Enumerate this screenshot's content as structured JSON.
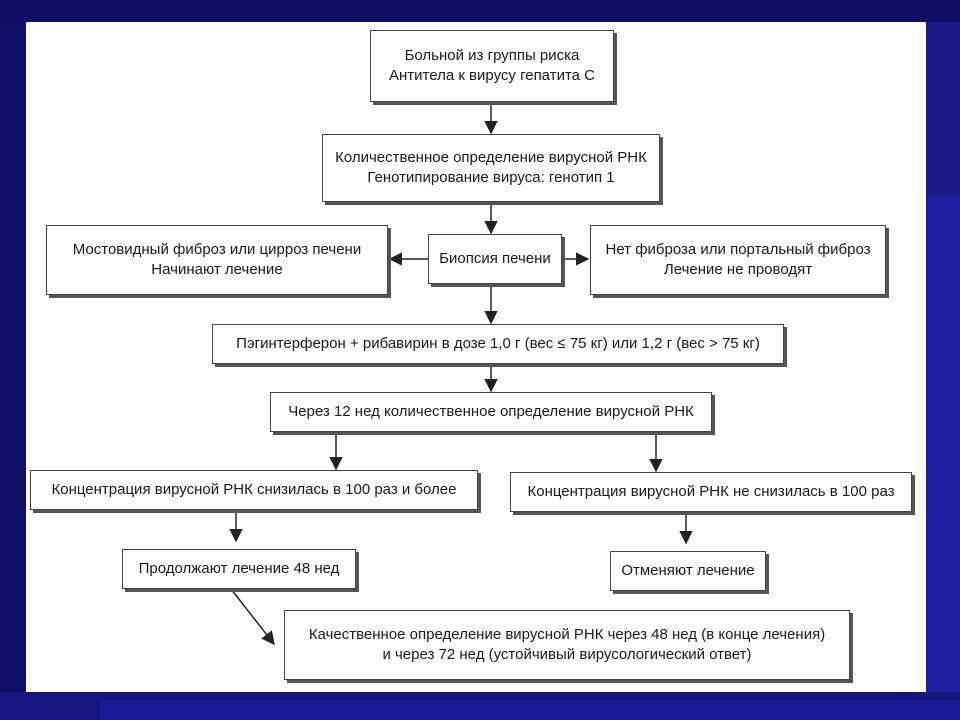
{
  "flowchart": {
    "risk_group": [
      "Больной из группы риска",
      "Антитела к вирусу гепатита С"
    ],
    "rna_test": [
      "Количественное определение вирусной РНК",
      "Генотипирование вируса: генотип 1"
    ],
    "biopsy": "Биопсия печени",
    "fibrosis_severe": [
      "Мостовидный фиброз или цирроз печени",
      "Начинают лечение"
    ],
    "fibrosis_none": [
      "Нет фиброза или портальный фиброз",
      "Лечение не проводят"
    ],
    "therapy": "Пэгинтерферон + рибавирин в дозе 1,0 г (вес ≤ 75 кг) или 1,2 г (вес > 75 кг)",
    "week12": "Через 12 нед количественное определение вирусной РНК",
    "decreased": "Концентрация вирусной РНК снизилась в 100 раз и более",
    "not_decreased": "Концентрация вирусной РНК не снизилась в 100 раз",
    "continue": "Продолжают лечение 48 нед",
    "stop": "Отменяют лечение",
    "final": [
      "Качественное определение вирусной РНК через 48 нед (в конце лечения)",
      "и через 72 нед (устойчивый вирусологический ответ)"
    ]
  }
}
